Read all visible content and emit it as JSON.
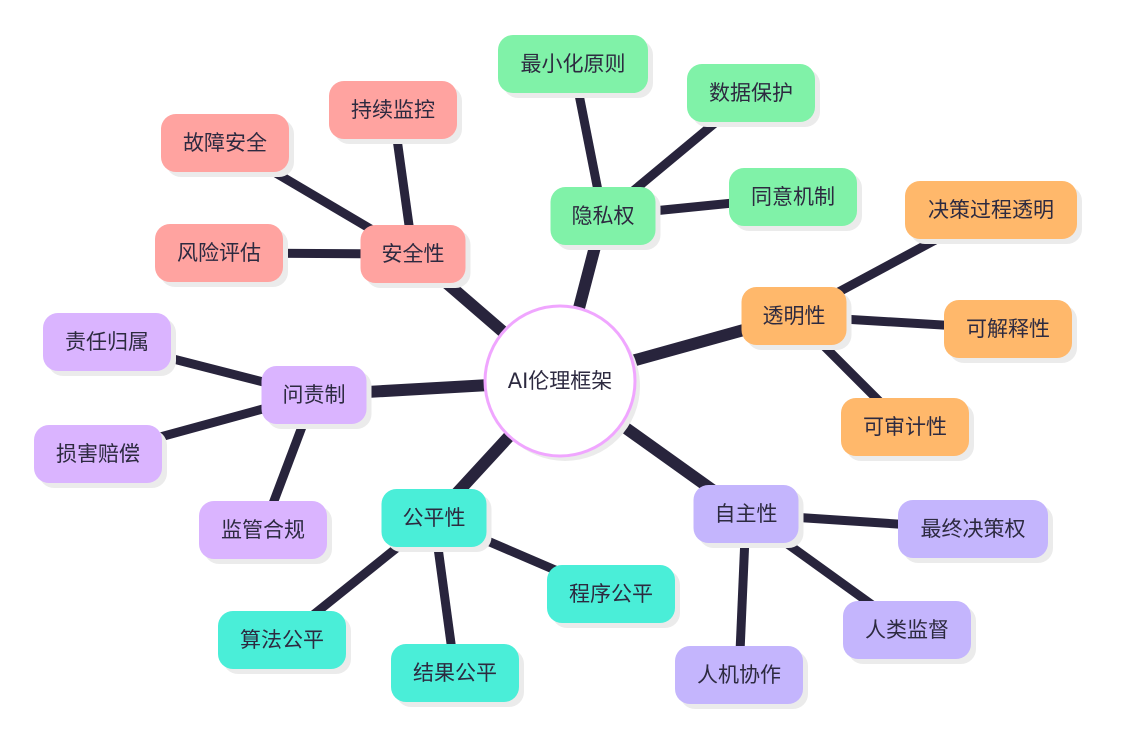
{
  "center": {
    "label": "AI伦理框架",
    "border_color": "#f0a6ff"
  },
  "edge_color": "#28243c",
  "branches": [
    {
      "label": "安全性",
      "color": "#ffa3a0",
      "children": [
        "持续监控",
        "故障安全",
        "风险评估"
      ]
    },
    {
      "label": "隐私权",
      "color": "#80f2a8",
      "children": [
        "最小化原则",
        "数据保护",
        "同意机制"
      ]
    },
    {
      "label": "透明性",
      "color": "#ffb86b",
      "children": [
        "决策过程透明",
        "可解释性",
        "可审计性"
      ]
    },
    {
      "label": "问责制",
      "color": "#dab4ff",
      "children": [
        "责任归属",
        "损害赔偿",
        "监管合规"
      ]
    },
    {
      "label": "公平性",
      "color": "#4aeed8",
      "children": [
        "算法公平",
        "结果公平",
        "程序公平"
      ]
    },
    {
      "label": "自主性",
      "color": "#c4b5fd",
      "children": [
        "最终决策权",
        "人类监督",
        "人机协作"
      ]
    }
  ]
}
